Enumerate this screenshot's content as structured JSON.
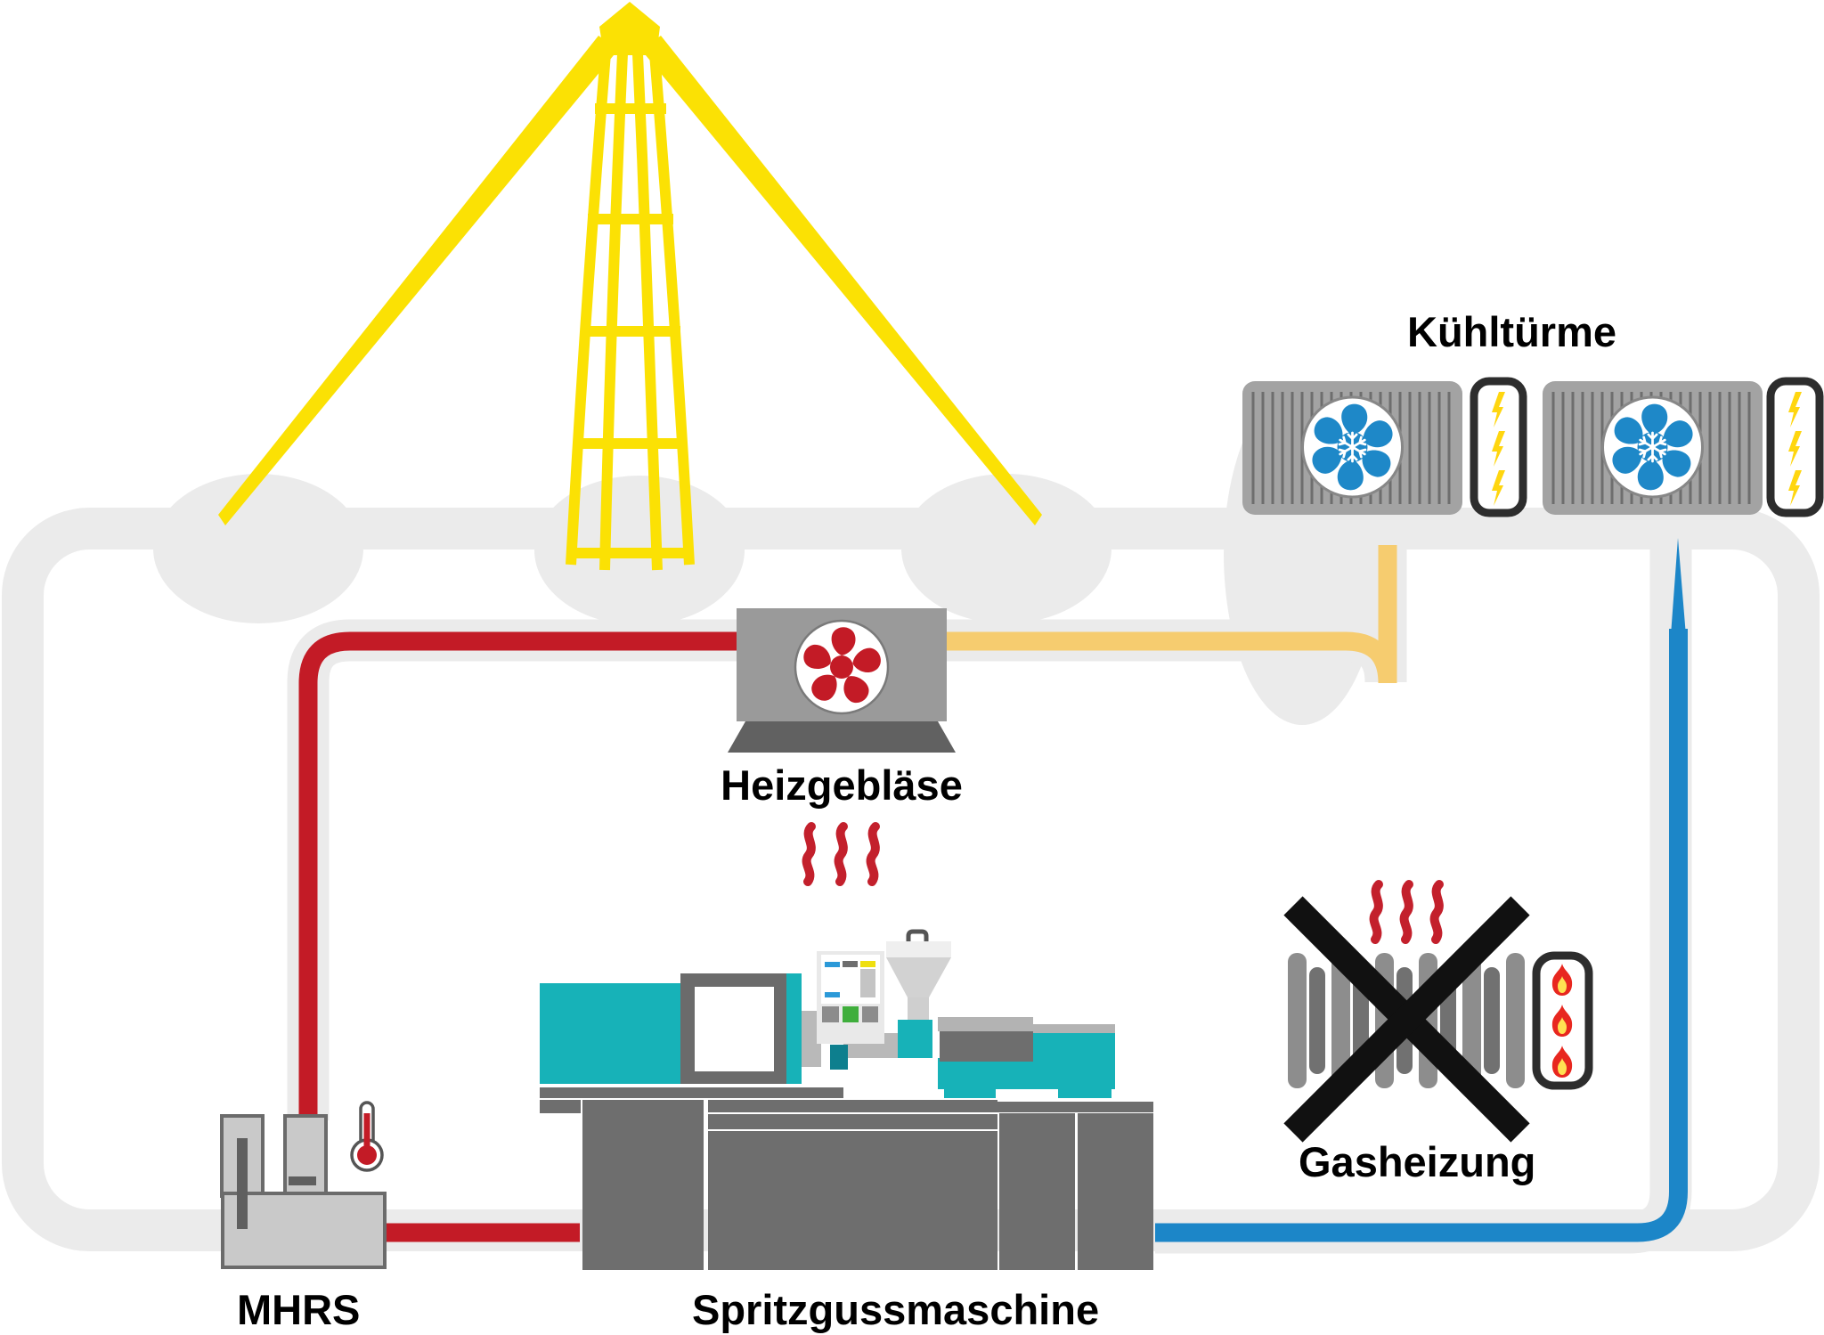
{
  "labels": {
    "cooling_towers": "Kühltürme",
    "heating_blower": "Heizgebläse",
    "injection_molding_machine": "Spritzgussmaschine",
    "mhrs_unit": "MHRS",
    "gas_heating": "Gasheizung"
  },
  "colors": {
    "label_color": "#000000",
    "sun_yellow": "#fbe104",
    "pipe_hot_red": "#c31b26",
    "pipe_warm_yellow": "#f6cc6f",
    "pipe_cold_blue": "#1c86c8",
    "fan_blue": "#1e88c8",
    "machine_teal": "#17b2b8",
    "machine_teal_dark": "#0d7f8e",
    "wall_light_gray": "#ebebeb",
    "unit_mid_gray": "#a3a3a3",
    "dark_gray": "#6e6e6e",
    "cross_black": "#111111",
    "bolt_yellow": "#ffd60f",
    "flame_red": "#e8271f",
    "flame_yellow": "#ffe152"
  },
  "icons": [
    "sun-tower-icon",
    "sun-ray",
    "cloud-bump",
    "building-outline",
    "cooling-tower-icon",
    "fan-icon",
    "snowflake-icon",
    "lightning-box",
    "lightning-icon",
    "pipe-casing",
    "hot-pipe",
    "warm-pipe",
    "cold-pipe",
    "heating-blower-icon",
    "heat-waves-icon",
    "injection-molding-machine-icon",
    "hopper-icon",
    "control-panel-icon",
    "mhrs-unit-icon",
    "thermometer-icon",
    "radiator-icon",
    "cross-out-icon",
    "flames-box",
    "flame-icon"
  ]
}
